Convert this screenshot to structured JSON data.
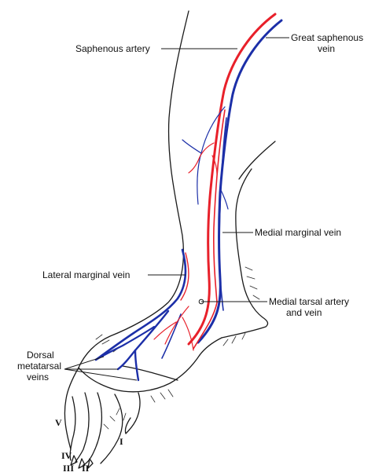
{
  "labels": {
    "saphenous_artery": "Saphenous artery",
    "great_saphenous_vein_line1": "Great saphenous",
    "great_saphenous_vein_line2": "vein",
    "medial_marginal_vein": "Medial marginal vein",
    "lateral_marginal_vein": "Lateral marginal vein",
    "medial_tarsal_line1": "Medial tarsal artery",
    "medial_tarsal_line2": "and vein",
    "dorsal_metatarsal_line1": "Dorsal",
    "dorsal_metatarsal_line2": "metatarsal",
    "dorsal_metatarsal_line3": "veins"
  },
  "digits": {
    "I": "I",
    "II": "II",
    "III": "III",
    "IV": "IV",
    "V": "V"
  },
  "colors": {
    "artery": "#e8202a",
    "vein": "#1c2fa8",
    "outline": "#1a1a1a",
    "background": "#ffffff"
  }
}
